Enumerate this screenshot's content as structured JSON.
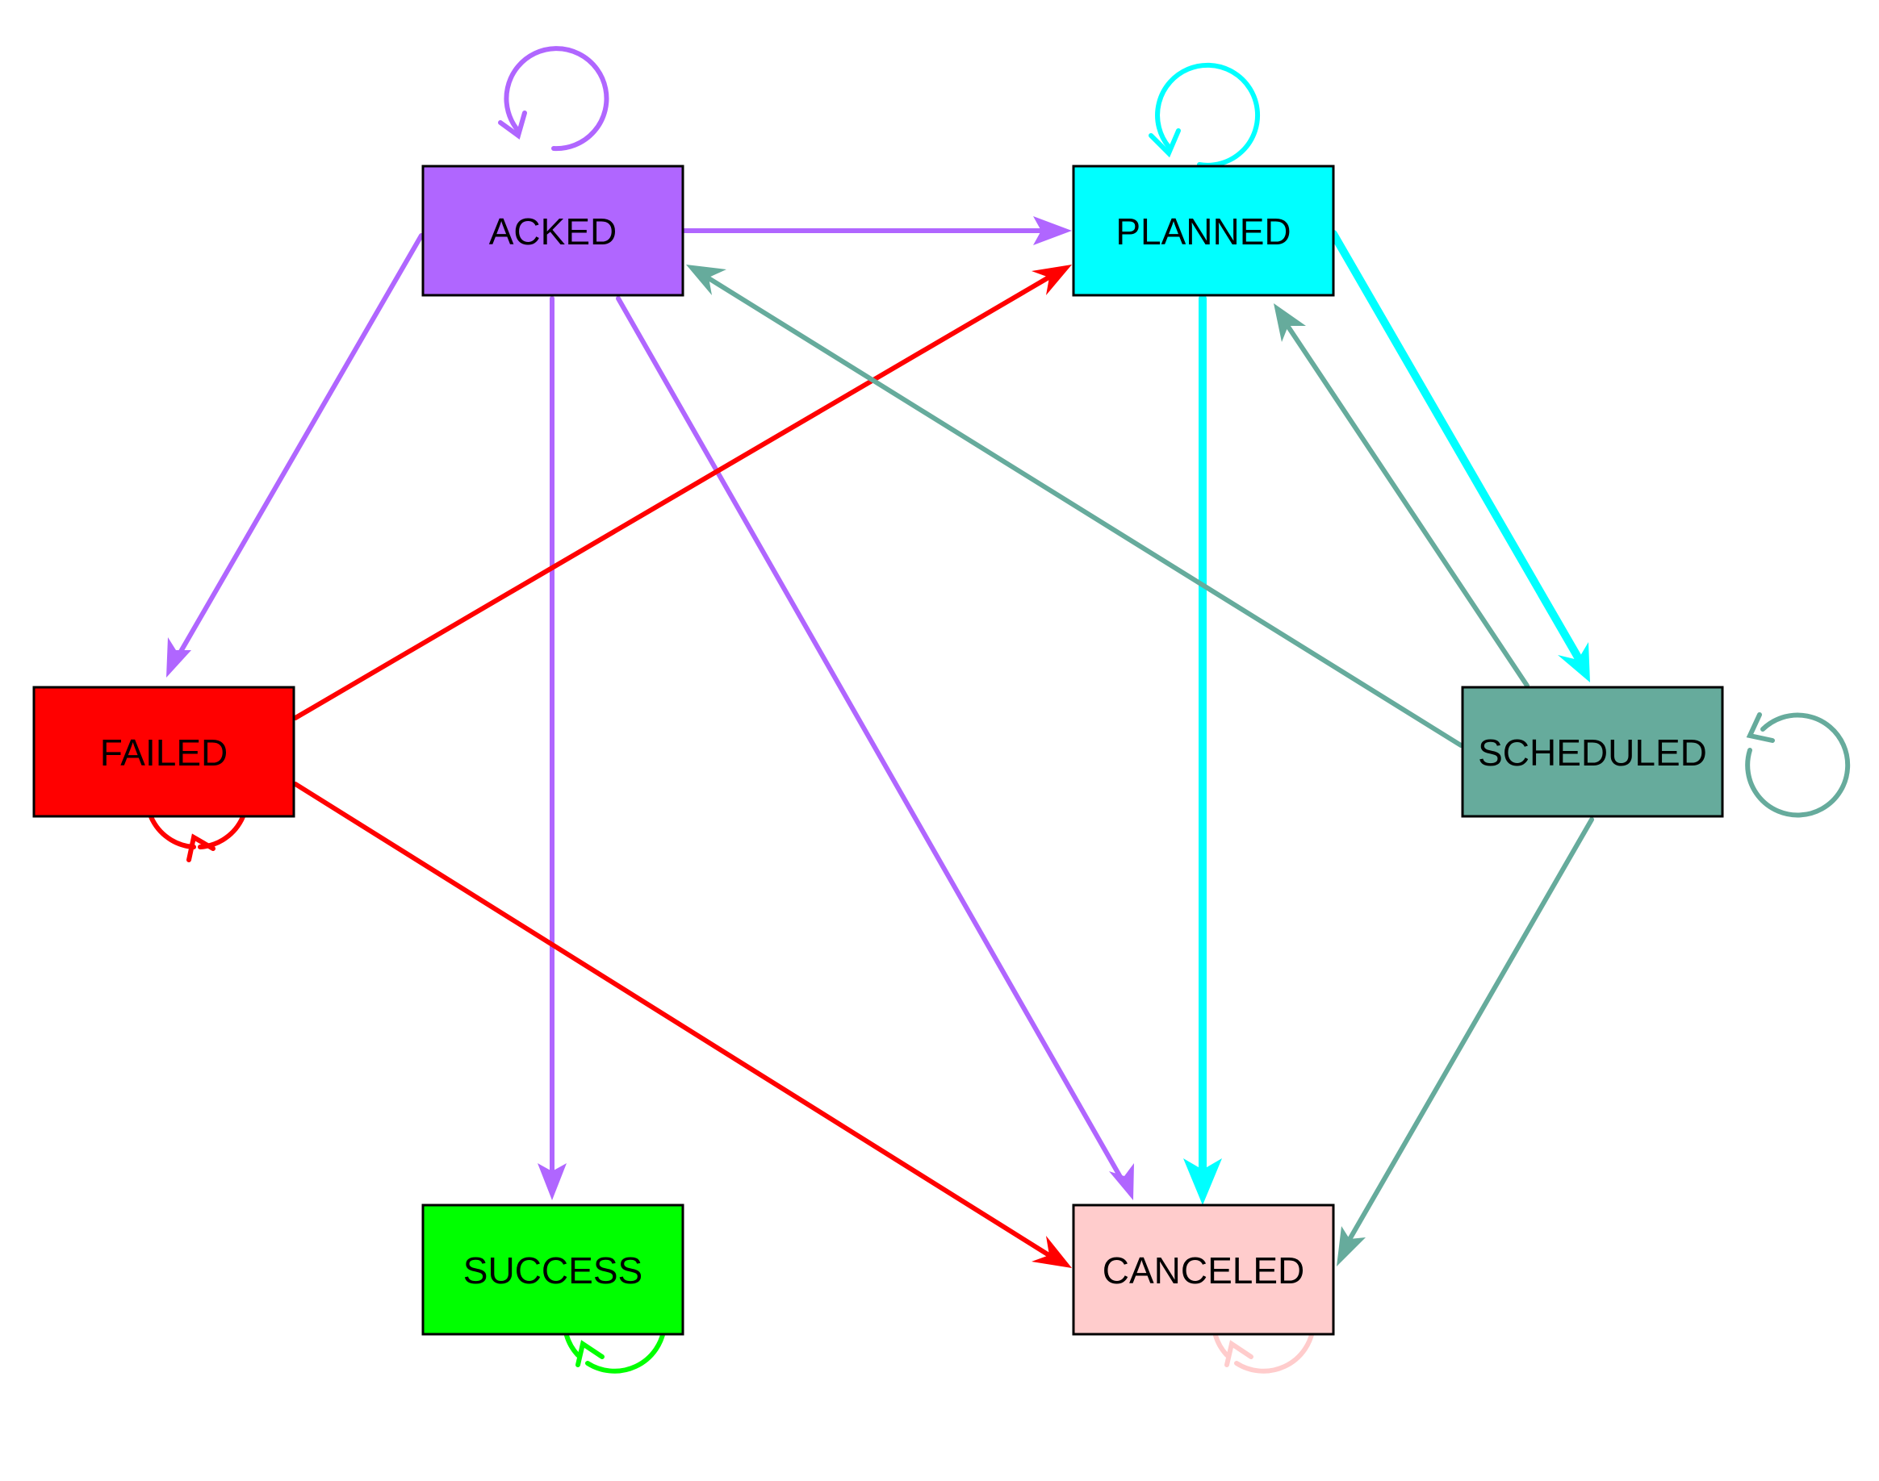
{
  "colors": {
    "acked": "#b066ff",
    "planned": "#00ffff",
    "failed": "#ff0000",
    "scheduled": "#66ab9c",
    "success": "#00ff00",
    "canceled": "#ffcccc"
  },
  "nodes": {
    "acked": {
      "label": "ACKED"
    },
    "planned": {
      "label": "PLANNED"
    },
    "failed": {
      "label": "FAILED"
    },
    "scheduled": {
      "label": "SCHEDULED"
    },
    "success": {
      "label": "SUCCESS"
    },
    "canceled": {
      "label": "CANCELED"
    }
  },
  "edges": [
    {
      "from": "ACKED",
      "to": "ACKED"
    },
    {
      "from": "ACKED",
      "to": "PLANNED"
    },
    {
      "from": "ACKED",
      "to": "FAILED"
    },
    {
      "from": "ACKED",
      "to": "SUCCESS"
    },
    {
      "from": "ACKED",
      "to": "CANCELED"
    },
    {
      "from": "PLANNED",
      "to": "PLANNED"
    },
    {
      "from": "PLANNED",
      "to": "SCHEDULED"
    },
    {
      "from": "PLANNED",
      "to": "CANCELED"
    },
    {
      "from": "FAILED",
      "to": "FAILED"
    },
    {
      "from": "FAILED",
      "to": "PLANNED"
    },
    {
      "from": "FAILED",
      "to": "CANCELED"
    },
    {
      "from": "SCHEDULED",
      "to": "SCHEDULED"
    },
    {
      "from": "SCHEDULED",
      "to": "ACKED"
    },
    {
      "from": "SCHEDULED",
      "to": "PLANNED"
    },
    {
      "from": "SCHEDULED",
      "to": "CANCELED"
    },
    {
      "from": "SUCCESS",
      "to": "SUCCESS"
    },
    {
      "from": "CANCELED",
      "to": "CANCELED"
    }
  ]
}
